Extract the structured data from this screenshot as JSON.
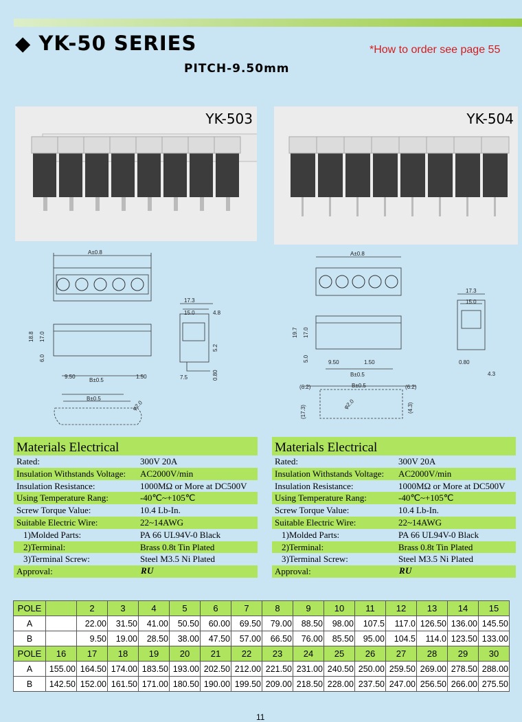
{
  "header": {
    "title": "YK-50 SERIES",
    "order_note": "*How to order see page 55",
    "pitch": "PITCH-9.50mm"
  },
  "photos": [
    {
      "label": "YK-503"
    },
    {
      "label": "YK-504"
    }
  ],
  "drawings": {
    "left": {
      "dim_a": "A±0.8",
      "dim_b": "B±0.5",
      "dim_173": "17.3",
      "dim_150": "15.0",
      "dim_48": "4.8",
      "dim_188": "18.8",
      "dim_170": "17.0",
      "dim_60": "6.0",
      "dim_950": "9.50",
      "dim_150b": "1.50",
      "dim_52": "5.2",
      "dim_75": "7.5",
      "dim_080": "0.80",
      "dim_phi": "φ2.0"
    },
    "right": {
      "dim_a": "A±0.8",
      "dim_b": "B±0.5",
      "dim_173": "17.3",
      "dim_150": "15.0",
      "dim_197": "19.7",
      "dim_170": "17.0",
      "dim_50": "5.0",
      "dim_950": "9.50",
      "dim_150b": "1.50",
      "dim_080": "0.80",
      "dim_43": "4.3",
      "dim_62a": "(6.2)",
      "dim_62b": "(6.2)",
      "dim_173p": "(17.3)",
      "dim_43p": "(4.3)",
      "dim_phi": "φ2.0"
    }
  },
  "materials": [
    {
      "heading": "Materials Electrical",
      "rows": [
        {
          "k": "Rated:",
          "v": "300V  20A"
        },
        {
          "k": "Insulation Withstands Voltage:",
          "v": "AC2000V/min"
        },
        {
          "k": "Insulation Resistance:",
          "v": "1000MΩ  or More at DC500V"
        },
        {
          "k": "Using Temperature Rang:",
          "v": "-40℃~+105℃"
        },
        {
          "k": "Screw Torque Value:",
          "v": "10.4 Lb-In."
        },
        {
          "k": "Suitable Electric Wire:",
          "v": "22~14AWG"
        },
        {
          "k": "1)Molded Parts:",
          "v": "PA 66 UL94V-0 Black"
        },
        {
          "k": "2)Terminal:",
          "v": "Brass 0.8t Tin Plated"
        },
        {
          "k": "3)Terminal Screw:",
          "v": "Steel M3.5 Ni Plated"
        },
        {
          "k": "Approval:",
          "v": ""
        }
      ]
    },
    {
      "heading": "Materials Electrical",
      "rows": [
        {
          "k": "Rated:",
          "v": "300V  20A"
        },
        {
          "k": "Insulation Withstands Voltage:",
          "v": "AC2000V/min"
        },
        {
          "k": "Insulation Resistance:",
          "v": "1000MΩ  or More at DC500V"
        },
        {
          "k": "Using Temperature Rang:",
          "v": "-40℃~+105℃"
        },
        {
          "k": "Screw Torque Value:",
          "v": "10.4 Lb-In."
        },
        {
          "k": "Suitable Electric Wire:",
          "v": "22~14AWG"
        },
        {
          "k": "1)Molded Parts:",
          "v": "PA 66 UL94V-0 Black"
        },
        {
          "k": "2)Terminal:",
          "v": "Brass 0.8t Tin Plated"
        },
        {
          "k": "3)Terminal Screw:",
          "v": "Steel M3.5 Ni Plated"
        },
        {
          "k": "Approval:",
          "v": ""
        }
      ]
    }
  ],
  "pole_table": {
    "label_pole": "POLE",
    "label_a": "A",
    "label_b": "B",
    "block1": {
      "poles": [
        "",
        "2",
        "3",
        "4",
        "5",
        "6",
        "7",
        "8",
        "9",
        "10",
        "11",
        "12",
        "13",
        "14",
        "15"
      ],
      "a": [
        "",
        "22.00",
        "31.50",
        "41.00",
        "50.50",
        "60.00",
        "69.50",
        "79.00",
        "88.50",
        "98.00",
        "107.5",
        "117.0",
        "126.50",
        "136.00",
        "145.50"
      ],
      "b": [
        "",
        "9.50",
        "19.00",
        "28.50",
        "38.00",
        "47.50",
        "57.00",
        "66.50",
        "76.00",
        "85.50",
        "95.00",
        "104.5",
        "114.0",
        "123.50",
        "133.00"
      ]
    },
    "block2": {
      "poles": [
        "16",
        "17",
        "18",
        "19",
        "20",
        "21",
        "22",
        "23",
        "24",
        "25",
        "26",
        "27",
        "28",
        "29",
        "30"
      ],
      "a": [
        "155.00",
        "164.50",
        "174.00",
        "183.50",
        "193.00",
        "202.50",
        "212.00",
        "221.50",
        "231.00",
        "240.50",
        "250.00",
        "259.50",
        "269.00",
        "278.50",
        "288.00"
      ],
      "b": [
        "142.50",
        "152.00",
        "161.50",
        "171.00",
        "180.50",
        "190.00",
        "199.50",
        "209.00",
        "218.50",
        "228.00",
        "237.50",
        "247.00",
        "256.50",
        "266.00",
        "275.50"
      ]
    }
  },
  "page_number": "11",
  "colors": {
    "background": "#c9e4f3",
    "accent": "#aee45e",
    "note": "#d41c1c"
  }
}
